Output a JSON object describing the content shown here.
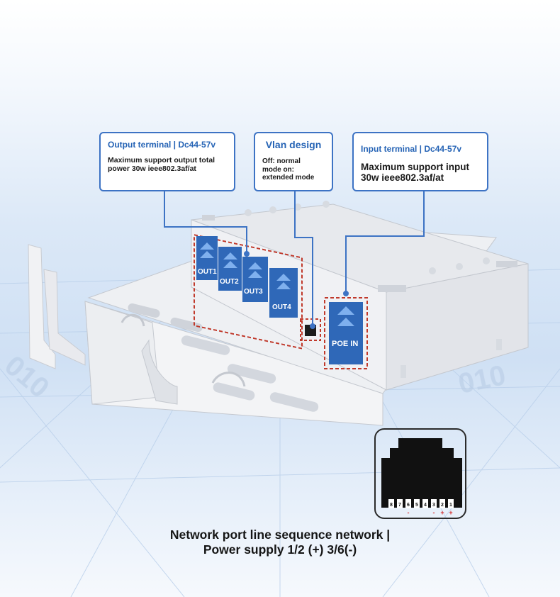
{
  "callouts": {
    "output": {
      "title": "Output terminal | Dc44-57v",
      "body": "Maximum support output total power 30w ieee802.3af/at"
    },
    "vlan": {
      "title": "Vlan design",
      "body_line1": "Off: normal",
      "body_line2": "mode on:",
      "body_line3": "extended mode"
    },
    "input": {
      "title": "Input terminal | Dc44-57v",
      "body": "Maximum support input 30w ieee802.3af/at"
    }
  },
  "ports": [
    "OUT1",
    "OUT2",
    "OUT3",
    "OUT4"
  ],
  "poe_port": "POE IN",
  "pin_numbers": [
    "8",
    "7",
    "6",
    "5",
    "4",
    "3",
    "2",
    "1"
  ],
  "pin_polarity": [
    "",
    "",
    "-",
    "",
    "",
    "-",
    "+",
    "+"
  ],
  "caption": {
    "line1": "Network port line sequence network |",
    "line2": "Power supply 1/2 (+) 3/6(-)"
  },
  "colors": {
    "accent": "#3d73c4",
    "port_blue": "#2f68b8",
    "highlight_red": "#c0392b",
    "device_body": "#eceef2"
  }
}
